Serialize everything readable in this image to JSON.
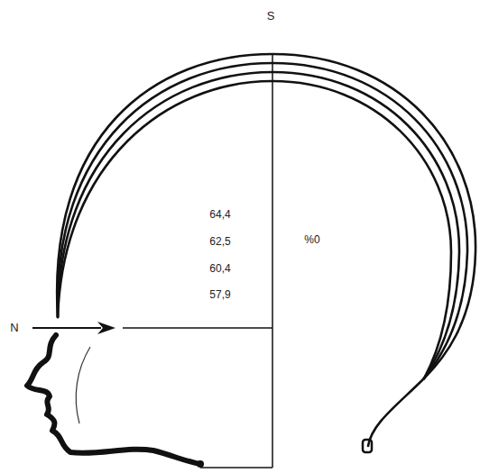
{
  "diagram": {
    "labels": [
      "S",
      "N",
      "64,4",
      "62,5",
      "60,4",
      "57,9",
      "%0"
    ]
  }
}
